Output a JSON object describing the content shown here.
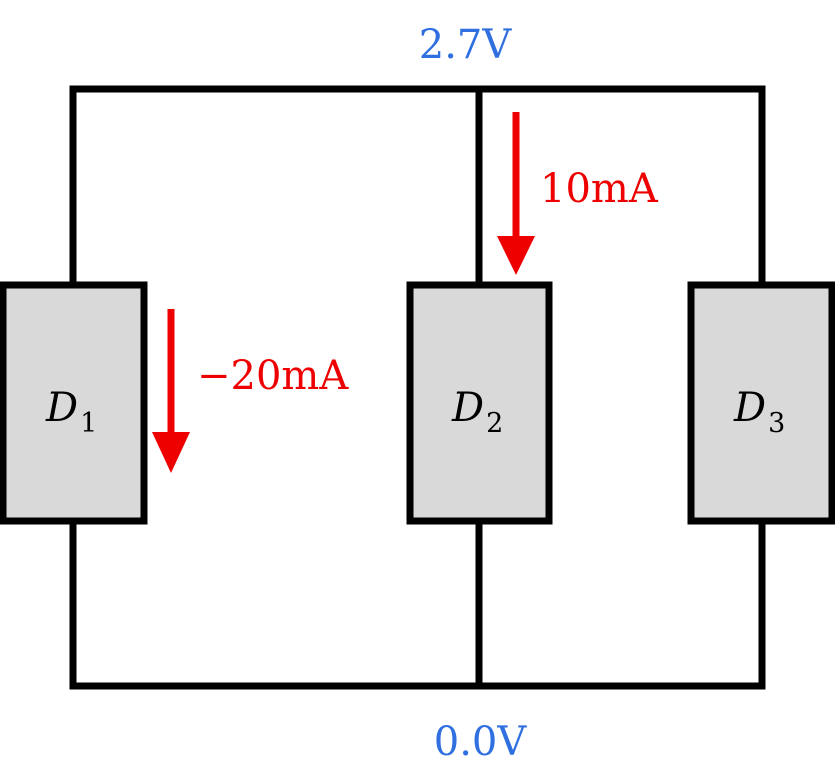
{
  "diagram": {
    "top_voltage": "2.7V",
    "bottom_voltage": "0.0V",
    "devices": [
      {
        "letter": "D",
        "sub": "1"
      },
      {
        "letter": "D",
        "sub": "2"
      },
      {
        "letter": "D",
        "sub": "3"
      }
    ],
    "currents": [
      {
        "label": "10mA"
      },
      {
        "label": "−20mA"
      }
    ],
    "colors": {
      "voltage": "#2f6fe0",
      "current": "#ee0000",
      "device_fill": "#d9d9d9",
      "wire": "#000000"
    }
  }
}
